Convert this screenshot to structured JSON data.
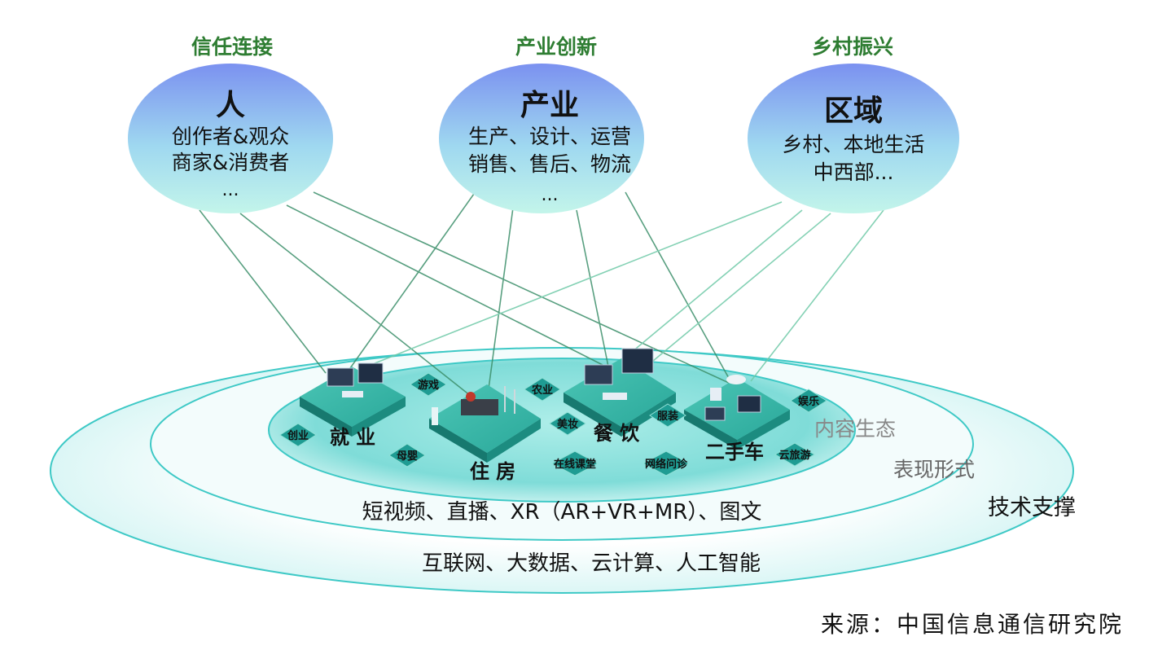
{
  "top_labels": [
    "信任连接",
    "产业创新",
    "乡村振兴"
  ],
  "bubbles": [
    {
      "title": "人",
      "lines": [
        "创作者&观众",
        "商家&消费者",
        "..."
      ]
    },
    {
      "title": "产业",
      "lines": [
        "生产、设计、运营",
        "销售、售后、物流",
        "..."
      ]
    },
    {
      "title": "区域",
      "lines": [
        "乡村、本地生活",
        "中西部..."
      ]
    }
  ],
  "layers": {
    "content": "内容生态",
    "form": "表现形式",
    "tech": "技术支撑"
  },
  "scenes": [
    "就 业",
    "住 房",
    "餐 饮",
    "二手车"
  ],
  "tags": [
    "游戏",
    "创业",
    "母婴",
    "农业",
    "美妆",
    "在线课堂",
    "服装",
    "网络问诊",
    "娱乐",
    "云旅游"
  ],
  "form_text": "短视频、直播、XR（AR+VR+MR）、图文",
  "tech_text": "互联网、大数据、云计算、人工智能",
  "source": "来源：中国信息通信研究院",
  "colors": {
    "heading_green": "#2e7d32",
    "bubble_top": "#7b91f0",
    "bubble_bottom": "#b9f2ea",
    "ring": "#3ec9c6",
    "line": "#3c8f6a",
    "platform": "#1f9c93"
  }
}
